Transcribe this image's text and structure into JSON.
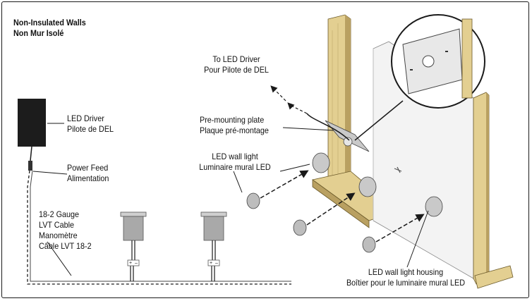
{
  "title": {
    "line1": "Non-Insulated Walls",
    "line2": "Non Mur Isolé"
  },
  "labels": {
    "driver_dest": {
      "line1": "To LED Driver",
      "line2": "Pour Pilote de DEL"
    },
    "driver": {
      "line1": "LED Driver",
      "line2": "Pilote de DEL"
    },
    "power_feed": {
      "line1": "Power Feed",
      "line2": "Alimentation"
    },
    "plate": {
      "line1": "Pre-mounting plate",
      "line2": "Plaque pré-montage"
    },
    "wall_light": {
      "line1": "LED wall light",
      "line2": "Luminaire mural LED"
    },
    "cable": {
      "line1": "18-2 Gauge",
      "line2": "LVT Cable",
      "line3": "Manomètre",
      "line4": "Câble LVT 18-2"
    },
    "housing": {
      "line1": "LED wall light housing",
      "line2": "Boîtier pour le luminaire mural LED"
    }
  },
  "terminal_marks": {
    "plus": "+",
    "minus": "–"
  },
  "colors": {
    "wood": "#e3cf91",
    "wood_dark": "#b9a061",
    "drywall": "#f3f3f3",
    "driver": "#1c1c1c",
    "light_body": "#a9a9a9",
    "line": "#1a1a1a"
  }
}
